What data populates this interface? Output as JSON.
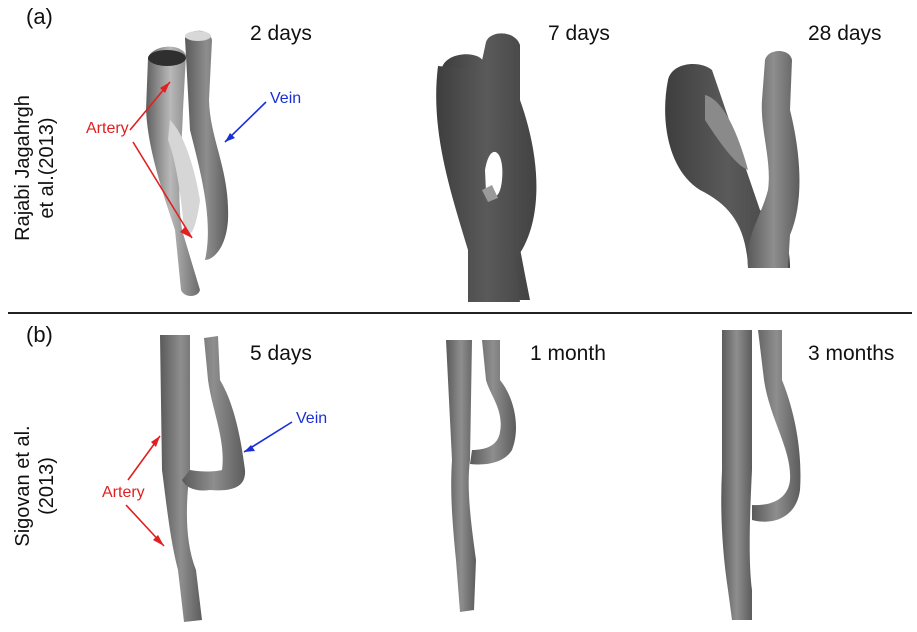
{
  "panels": [
    {
      "label": "(a)",
      "study_lines": [
        "Rajabi Jagahrgh",
        "et al.(2013)"
      ],
      "time_points": [
        "2 days",
        "7 days",
        "28 days"
      ],
      "annotations": {
        "artery": "Artery",
        "vein": "Vein"
      }
    },
    {
      "label": "(b)",
      "study_lines": [
        "Sigovan et al.",
        "(2013)"
      ],
      "time_points": [
        "5 days",
        "1 month",
        "3 months"
      ],
      "annotations": {
        "artery": "Artery",
        "vein": "Vein"
      }
    }
  ],
  "colors": {
    "artery_annotation": "#e02020",
    "vein_annotation": "#1a2fd6",
    "divider": "#222222",
    "model_light": "#a8a8a8",
    "model_mid": "#7d7d7d",
    "model_dark": "#4e4e4e"
  }
}
